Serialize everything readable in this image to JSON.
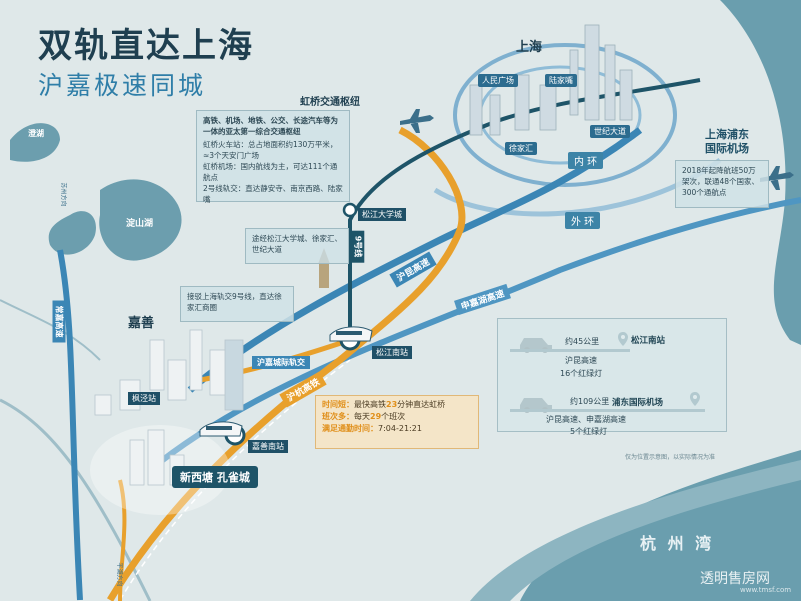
{
  "title": {
    "line1": "双轨直达上海",
    "line2": "沪嘉极速同城"
  },
  "places": {
    "shanghai": "上海",
    "renmin_square": "人民广场",
    "lujiazui": "陆家嘴",
    "shiji_avenue": "世纪大道",
    "xujiahui": "徐家汇",
    "jiading": "嘉善",
    "dianshan_lake": "淀山湖",
    "cheng_lake": "澄湖",
    "hangzhou_bay": "杭  州  湾",
    "pudong_airport": "上海浦东\n国际机场",
    "songjiang_univ": "松江大学城",
    "songjiang_south": "松江南站",
    "jiashan_south": "嘉善南站",
    "fengjing": "枫泾站",
    "hongqiao_title": "虹桥交通枢纽"
  },
  "roads": {
    "inner_ring": "内 环",
    "outer_ring": "外 环",
    "line9": "9号线",
    "hukun": "沪昆高速",
    "shenjiahu": "申嘉湖高速",
    "huhang_rail": "沪杭高铁",
    "jiashan_rail": "沪嘉城际轨交",
    "changjia": "常嘉高速",
    "suzhou_dir": "苏州方向",
    "pinghu_dir": "平湖方向"
  },
  "hongqiao_panel": {
    "intro": "高铁、机场、地铁、公交、长途汽车等为一体的亚太第一综合交通枢纽",
    "station": "虹桥火车站：总占地面积约130万平米，≈3个天安门广场",
    "airport": "虹桥机场：国内航线为主，可达111个通航点",
    "metro": "2号线轨交：直达静安寺、南京西路、陆家嘴"
  },
  "pudong_panel": {
    "text": "2018年起降航班50万架次，联通48个国家、300个通航点"
  },
  "notes": {
    "via_songjiang": "途经松江大学城、徐家汇、世纪大道",
    "connect_line9": "接驳上海轨交9号线，直达徐家汇商圈"
  },
  "rail_info": {
    "time_label": "时间短：",
    "time_text_a": "最快高铁",
    "time_value": "23",
    "time_text_b": "分钟直达虹桥",
    "trains_label": "班次多：",
    "trains_text_a": "每天",
    "trains_value": "29",
    "trains_text_b": "个班次",
    "hours_label": "满足通勤时间：",
    "hours_value": "7:04-21:21"
  },
  "routes": [
    {
      "distance": "约45公里",
      "destination": "松江南站",
      "road": "沪昆高速",
      "lights": "16个红绿灯"
    },
    {
      "distance": "约109公里",
      "destination": "浦东国际机场",
      "road": "沪昆高速、申嘉湖高速",
      "lights": "5个红绿灯"
    }
  ],
  "project_logo": "新西塘 孔雀城",
  "disclaimer": "仅为位置示意图，以实际情况为准",
  "watermark": "透明售房网",
  "watermark_url": "www.tmsf.com",
  "colors": {
    "highway": "#3b86b5",
    "rail": "#e8a02c",
    "metro": "#1e5468",
    "water": "#6c9eae",
    "accent": "#2f7ea8"
  }
}
